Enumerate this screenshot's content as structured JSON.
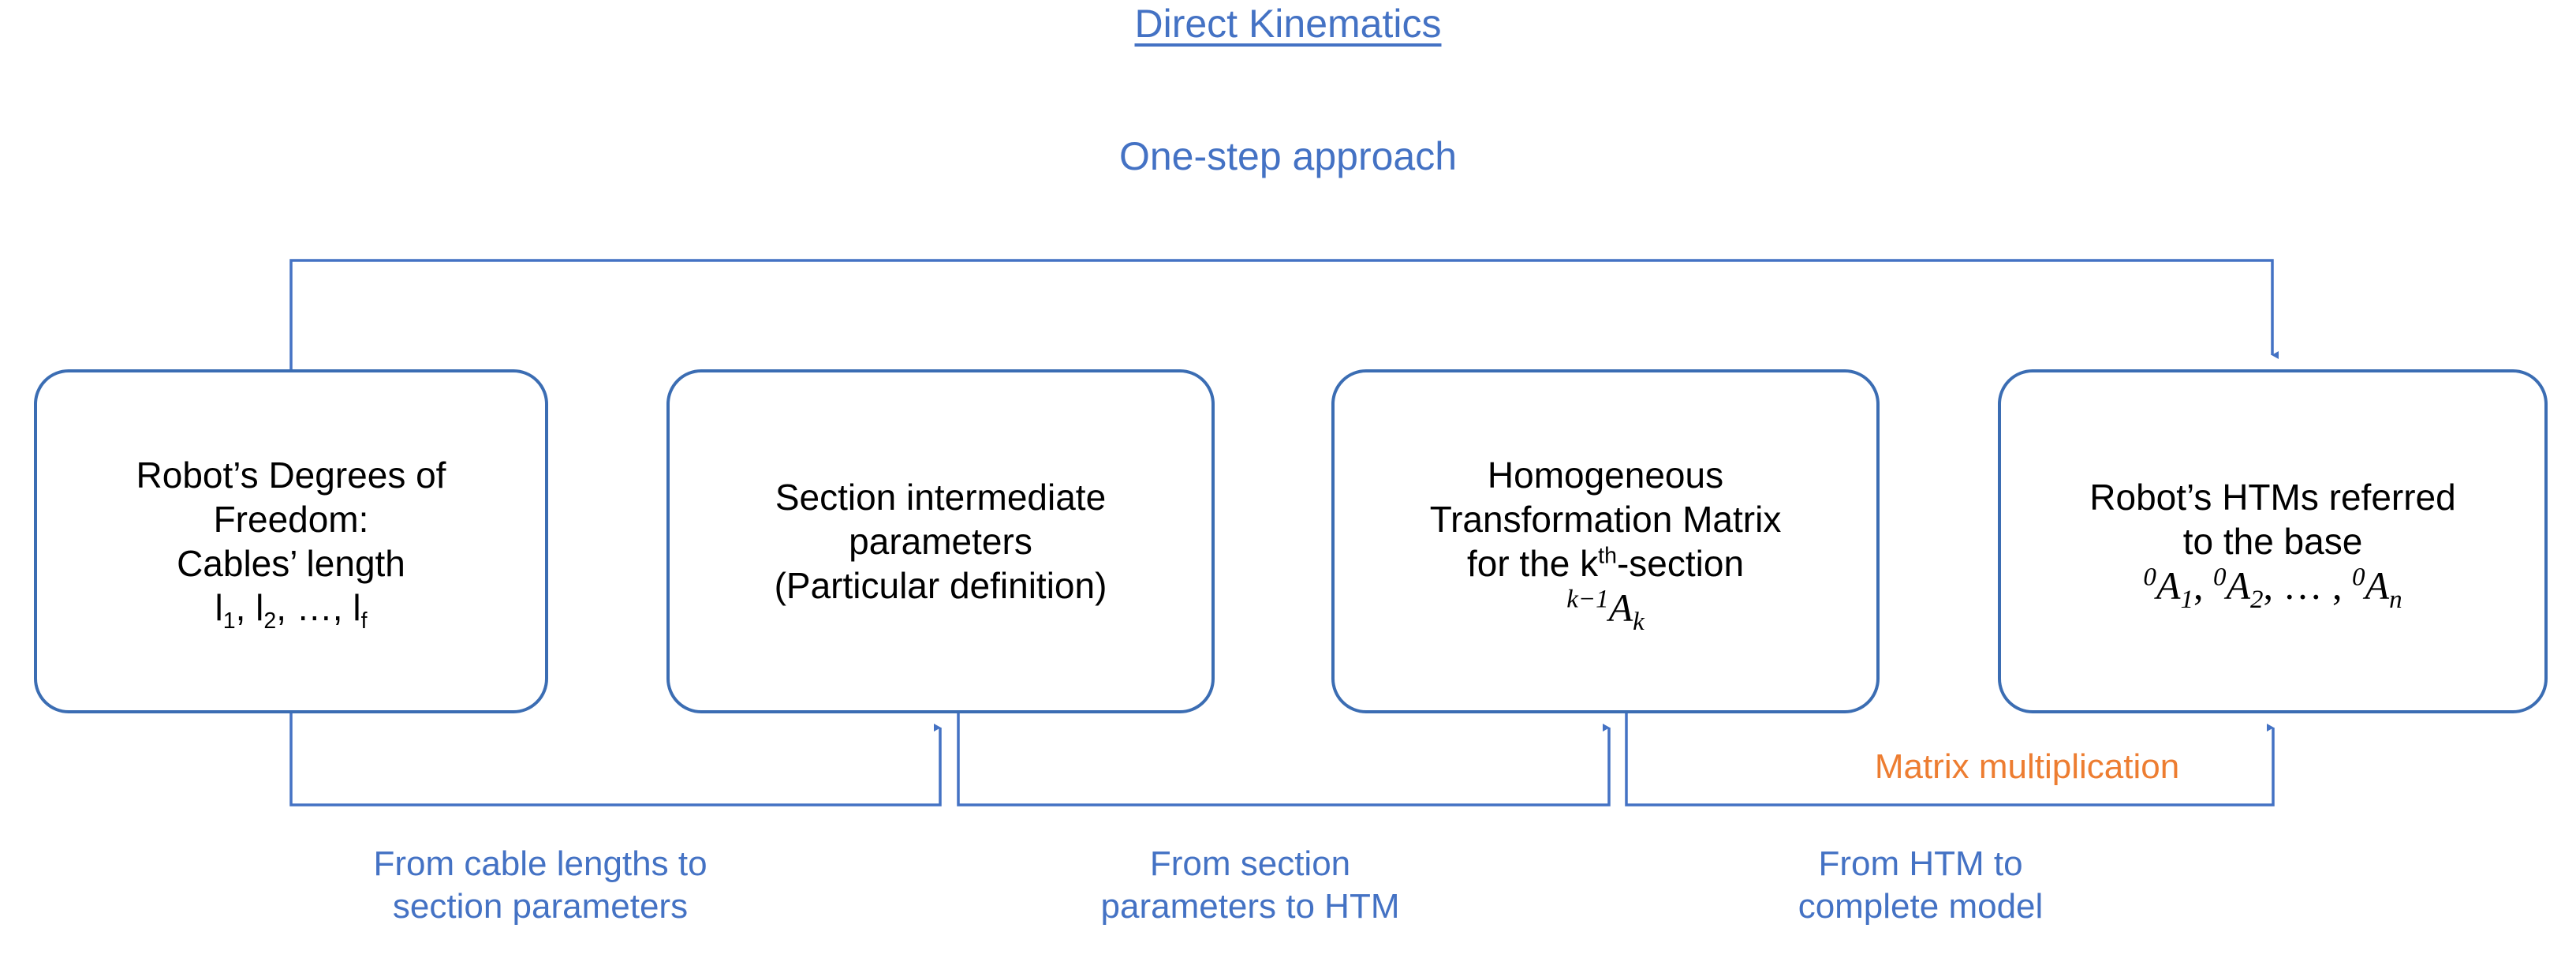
{
  "header": {
    "title": "Direct Kinematics",
    "subtitle": "One-step approach"
  },
  "colors": {
    "accent_blue": "#4472c4",
    "border_blue": "#3b6db3",
    "orange": "#ed7d31",
    "text_black": "#000000",
    "background": "#ffffff"
  },
  "nodes": [
    {
      "id": "dof",
      "lines": [
        "Robot’s Degrees of",
        "Freedom:",
        "Cables’ length"
      ],
      "math": {
        "items": [
          {
            "base": "l",
            "sub": "1",
            "sep": ", "
          },
          {
            "base": "l",
            "sub": "2",
            "sep": ", …, "
          },
          {
            "base": "l",
            "sub": "f",
            "sep": ""
          }
        ]
      }
    },
    {
      "id": "section-parameters",
      "lines": [
        "Section intermediate",
        "parameters",
        "(Particular definition)"
      ],
      "math": null
    },
    {
      "id": "htm-k",
      "lines": [
        "Homogeneous",
        "Transformation Matrix",
        "for the k",
        "-section"
      ],
      "superscript": "th",
      "math": {
        "items": [
          {
            "pre": "k−1",
            "base": "A",
            "post": "k",
            "sep": ""
          }
        ]
      }
    },
    {
      "id": "htms-base",
      "lines": [
        "Robot’s HTMs referred",
        "to the base"
      ],
      "math": {
        "items": [
          {
            "pre": "0",
            "base": "A",
            "post": "1",
            "sep": ", "
          },
          {
            "pre": "0",
            "base": "A",
            "post": "2",
            "sep": ", … , "
          },
          {
            "pre": "0",
            "base": "A",
            "post": "n",
            "sep": ""
          }
        ]
      }
    }
  ],
  "edges": {
    "cable_to_section": "From cable lengths to\nsection parameters",
    "cable_to_section_l1": "From cable lengths to",
    "cable_to_section_l2": "section parameters",
    "section_to_htm_l1": "From section",
    "section_to_htm_l2": "parameters to HTM",
    "htm_to_model_l1": "From HTM to",
    "htm_to_model_l2": "complete model",
    "matrix_multiplication": "Matrix multiplication",
    "top_feedback": "one-step direct path from degrees of freedom to robot HTMs"
  }
}
